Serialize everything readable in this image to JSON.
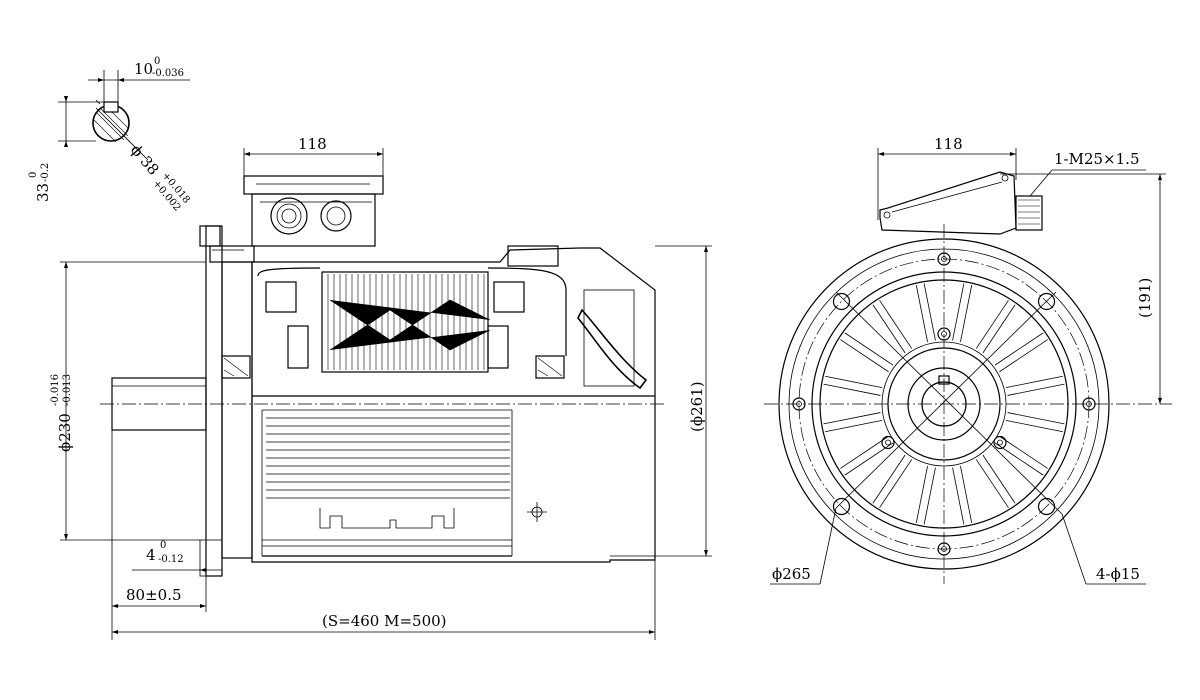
{
  "key_detail": {
    "key_width": "10",
    "key_width_upper": "0",
    "key_width_lower": "-0.036",
    "shaft_depth": "33",
    "shaft_depth_upper": "0",
    "shaft_depth_lower": "-0.2",
    "shaft_dia": "ϕ 38",
    "shaft_dia_upper": "+0.018",
    "shaft_dia_lower": "+0.002"
  },
  "side_view": {
    "terminal_box_width": "118",
    "spigot_dia": "ϕ230",
    "spigot_upper": "-0.016",
    "spigot_lower": "-0.013",
    "overall_dia": "(ϕ261)",
    "flange_thickness": "4",
    "flange_thickness_upper": "0",
    "flange_thickness_lower": "-0.12",
    "shaft_length": "80±0.5",
    "overall_length": "(S=460  M=500)"
  },
  "end_view": {
    "terminal_box_width": "118",
    "cable_gland": "1-M25×1.5",
    "box_height": "(191)",
    "pcd": "ϕ265",
    "holes": "4-ϕ15"
  }
}
